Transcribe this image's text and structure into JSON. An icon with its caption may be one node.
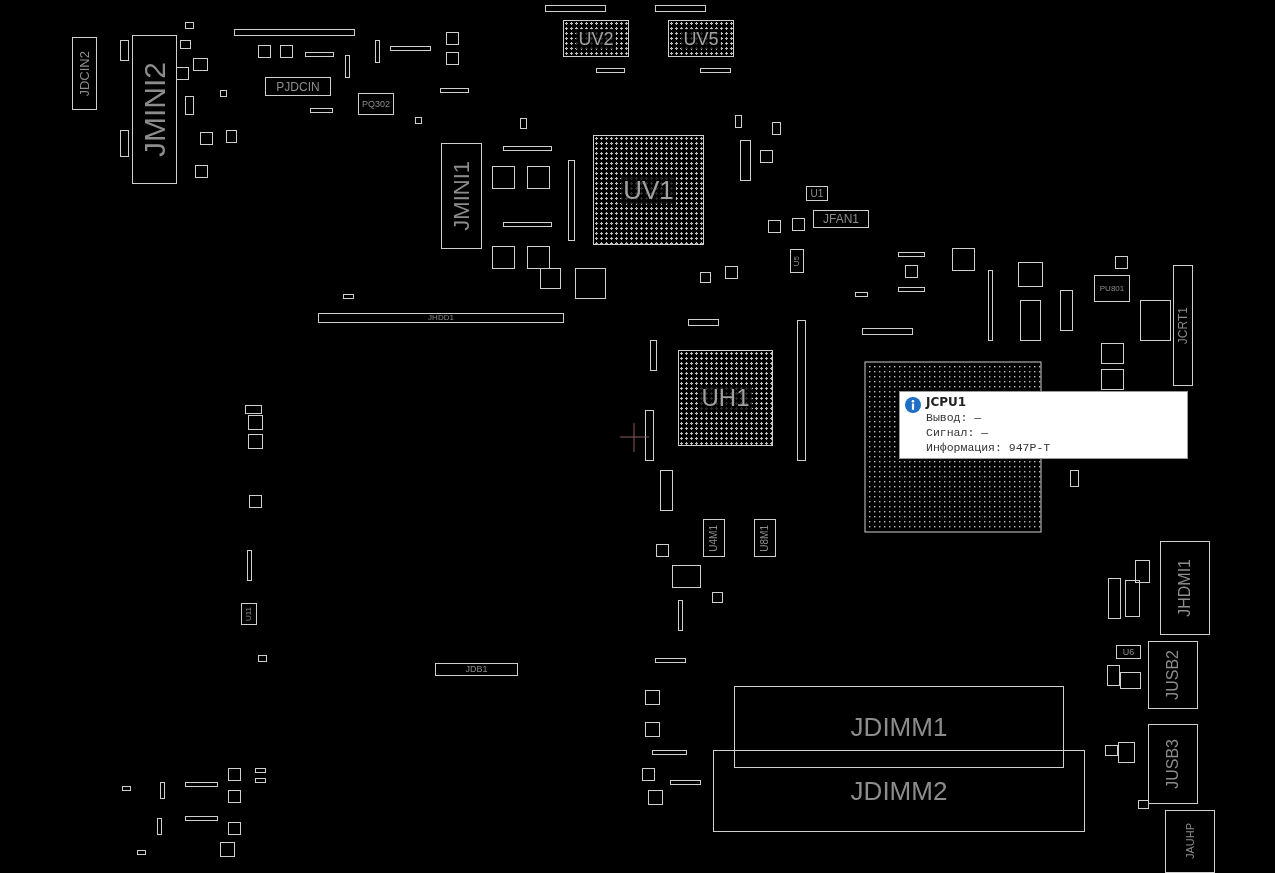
{
  "diagram": {
    "nodes": [
      {
        "text": [
          "JDCIN2"
        ]
      },
      {
        "text": [
          "JMINI2"
        ]
      },
      {
        "text": [
          "PJDCIN"
        ]
      },
      {
        "text": [
          "PQ302"
        ]
      },
      {
        "text": [
          "UV2"
        ]
      },
      {
        "text": [
          "UV5"
        ]
      },
      {
        "text": [
          "JMINI1"
        ]
      },
      {
        "text": [
          "UV1"
        ]
      },
      {
        "text": [
          "U1"
        ]
      },
      {
        "text": [
          "JFAN1"
        ]
      },
      {
        "text": [
          "U5"
        ]
      },
      {
        "text": [
          "PU801"
        ]
      },
      {
        "text": [
          "JCRT1"
        ]
      },
      {
        "text": [
          "JHDD1"
        ]
      },
      {
        "text": [
          "UH1"
        ]
      },
      {
        "text": [
          "U4M1"
        ]
      },
      {
        "text": [
          "U8M1"
        ]
      },
      {
        "text": [
          "JCPU1",
          "Вывод: —",
          "Сигнал: —",
          "Информация: 947P-T"
        ]
      },
      {
        "text": [
          "JHDMI1"
        ]
      },
      {
        "text": [
          "U6"
        ]
      },
      {
        "text": [
          "JUSB2"
        ]
      },
      {
        "text": [
          "JUSB3"
        ]
      },
      {
        "text": [
          "JAUHP"
        ]
      },
      {
        "text": [
          "JDIMM1"
        ]
      },
      {
        "text": [
          "JDIMM2"
        ]
      },
      {
        "text": [
          "JDB1"
        ]
      },
      {
        "text": [
          "U11"
        ]
      }
    ]
  }
}
